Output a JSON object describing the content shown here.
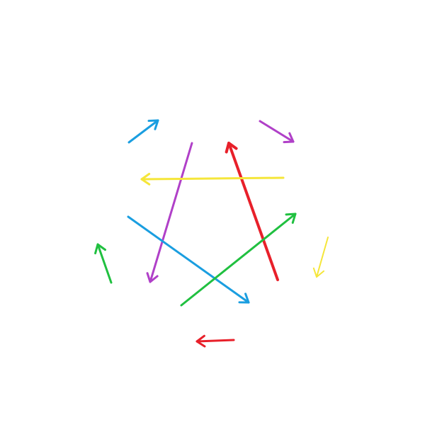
{
  "diagram": {
    "background": "#ffffff",
    "arrows": [
      {
        "name": "arrow-blue-short",
        "color": "#1a9ee0"
      },
      {
        "name": "arrow-purple-short",
        "color": "#b040c8"
      },
      {
        "name": "arrow-purple-long",
        "color": "#b040c8"
      },
      {
        "name": "arrow-red-long",
        "color": "#e8202a"
      },
      {
        "name": "arrow-yellow-long",
        "color": "#f5e63a"
      },
      {
        "name": "arrow-blue-long",
        "color": "#1a9ee0"
      },
      {
        "name": "arrow-green-long",
        "color": "#20c040"
      },
      {
        "name": "arrow-green-short",
        "color": "#20c040"
      },
      {
        "name": "arrow-yellow-short",
        "color": "#f5e63a"
      },
      {
        "name": "arrow-red-short",
        "color": "#e8202a"
      }
    ]
  }
}
